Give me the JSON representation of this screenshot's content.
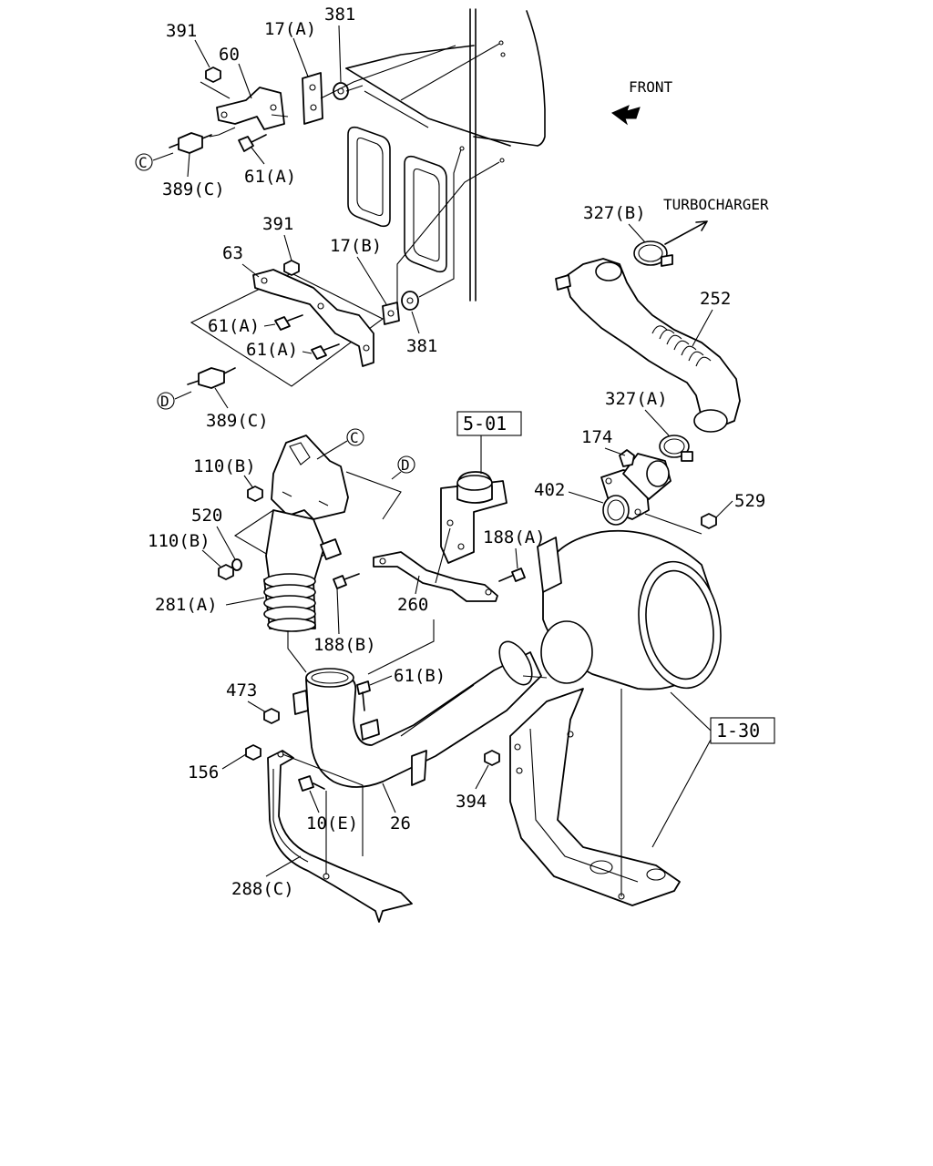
{
  "labels": {
    "front": "FRONT",
    "turbocharger": "TURBOCHARGER",
    "p391_a": "391",
    "p60": "60",
    "p17a": "17(A)",
    "p381_a": "381",
    "p389c_a": "389(C)",
    "p61a_a": "61(A)",
    "p391_b": "391",
    "p63": "63",
    "p17b": "17(B)",
    "p61a_b": "61(A)",
    "p61a_c": "61(A)",
    "p381_b": "381",
    "p389c_b": "389(C)",
    "p327b": "327(B)",
    "p252": "252",
    "p327a": "327(A)",
    "p174": "174",
    "p402": "402",
    "p529": "529",
    "p110b_a": "110(B)",
    "p520": "520",
    "p110b_b": "110(B)",
    "p281a": "281(A)",
    "p188a": "188(A)",
    "p260": "260",
    "p188b": "188(B)",
    "p473": "473",
    "p61b": "61(B)",
    "p156": "156",
    "p10e": "10(E)",
    "p26": "26",
    "p394": "394",
    "p288c": "288(C)"
  },
  "refs": {
    "ref_501": "5-01",
    "ref_130": "1-30"
  },
  "markers": {
    "c1": "C",
    "d1": "D",
    "c2": "C",
    "d2": "D"
  }
}
